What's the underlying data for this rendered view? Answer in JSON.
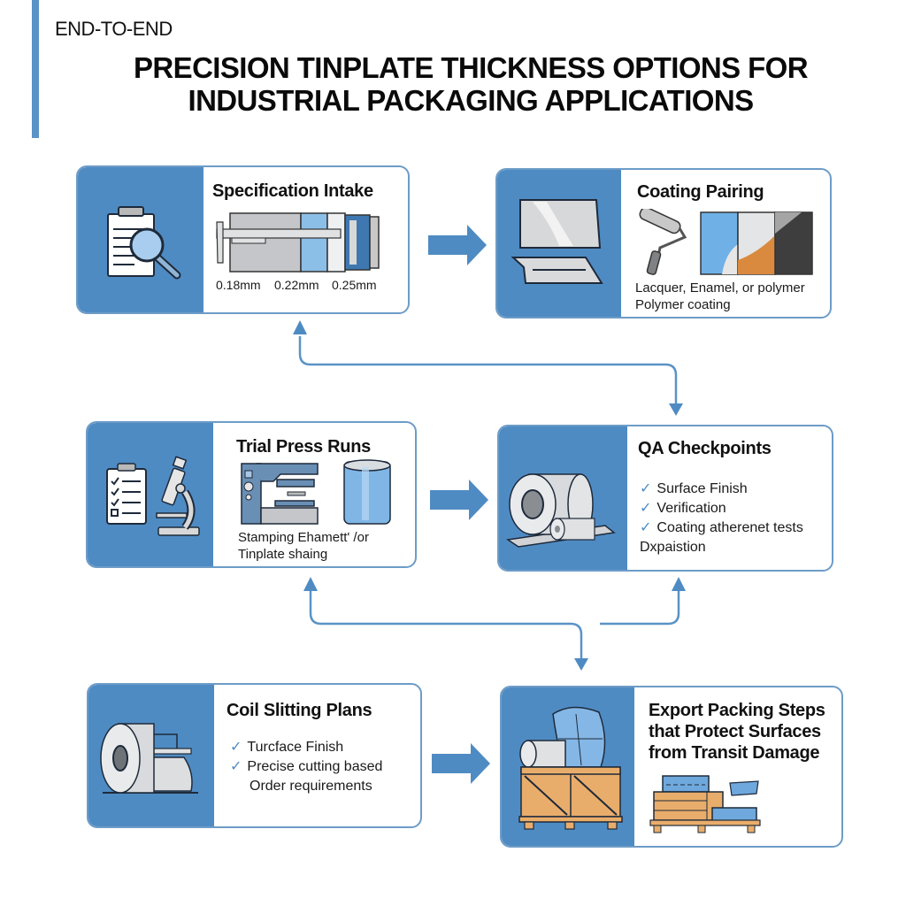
{
  "header": {
    "eyebrow": "END-TO-END",
    "title_line1": "PRECISION TINPLATE THICKNESS OPTIONS FOR",
    "title_line2": "INDUSTRIAL PACKAGING APPLICATIONS"
  },
  "colors": {
    "accent": "#4f8bc3",
    "border": "#6d9cc7",
    "wood": "#e9ad6b",
    "metal": "#c8c8c8"
  },
  "cards": {
    "spec": {
      "title": "Specification Intake",
      "icon": "clipboard-magnifier-icon",
      "thickness_labels": [
        "0.18mm",
        "0.22mm",
        "0.25mm"
      ]
    },
    "coating": {
      "title": "Coating Pairing",
      "icon": "tinplate-sheets-icon",
      "line1": "Lacquer, Enamel, or polymer",
      "line2": "Polymer coating"
    },
    "trial": {
      "title": "Trial Press Runs",
      "icon": "checklist-microscope-icon",
      "line1": "Stamping Ehamett' /or",
      "line2": "Tinplate shaing"
    },
    "qa": {
      "title": "QA Checkpoints",
      "icon": "steel-coil-icon",
      "items": [
        "Surface Finish",
        "Verification",
        "Coating atherenet tests"
      ],
      "extra": "Dxpaistion"
    },
    "slitting": {
      "title": "Coil Slitting Plans",
      "icon": "slit-coil-icon",
      "items": [
        "Turcface Finish",
        "Precise cutting based"
      ],
      "extra": "Order requirements"
    },
    "export": {
      "title_line1": "Export Packing Steps",
      "title_line2": "that Protect Surfaces",
      "title_line3": "from Transit Damage",
      "icon": "crate-pallet-icon"
    }
  }
}
